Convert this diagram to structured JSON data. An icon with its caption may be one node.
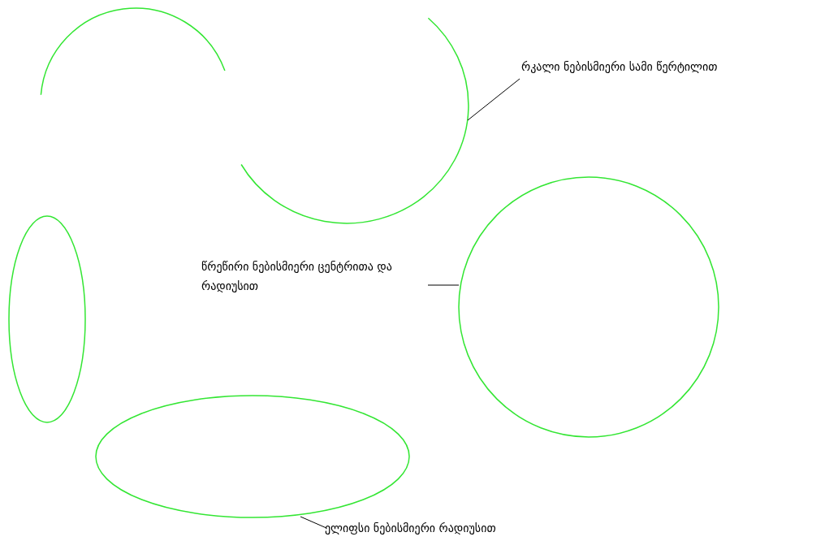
{
  "diagram": {
    "nodes": [
      {
        "text": [],
        "shape": "arc"
      },
      {
        "text": [],
        "shape": "arc"
      },
      {
        "text": [
          "რკალი ნებისმიერი სამი წერტილით"
        ]
      },
      {
        "text": [],
        "shape": "ellipse"
      },
      {
        "text": [
          "წრეწირი ნებისმიერი ცენტრითა და რადიუსით"
        ]
      },
      {
        "text": [],
        "shape": "circle"
      },
      {
        "text": [],
        "shape": "ellipse"
      },
      {
        "text": [
          "ელიფსი ნებისმიერი რადიუსით"
        ]
      }
    ],
    "edges": [
      {
        "from": 2,
        "to": 1,
        "arrow": "none"
      },
      {
        "from": 4,
        "to": 5,
        "arrow": "none"
      },
      {
        "from": 7,
        "to": 6,
        "arrow": "none"
      }
    ]
  }
}
